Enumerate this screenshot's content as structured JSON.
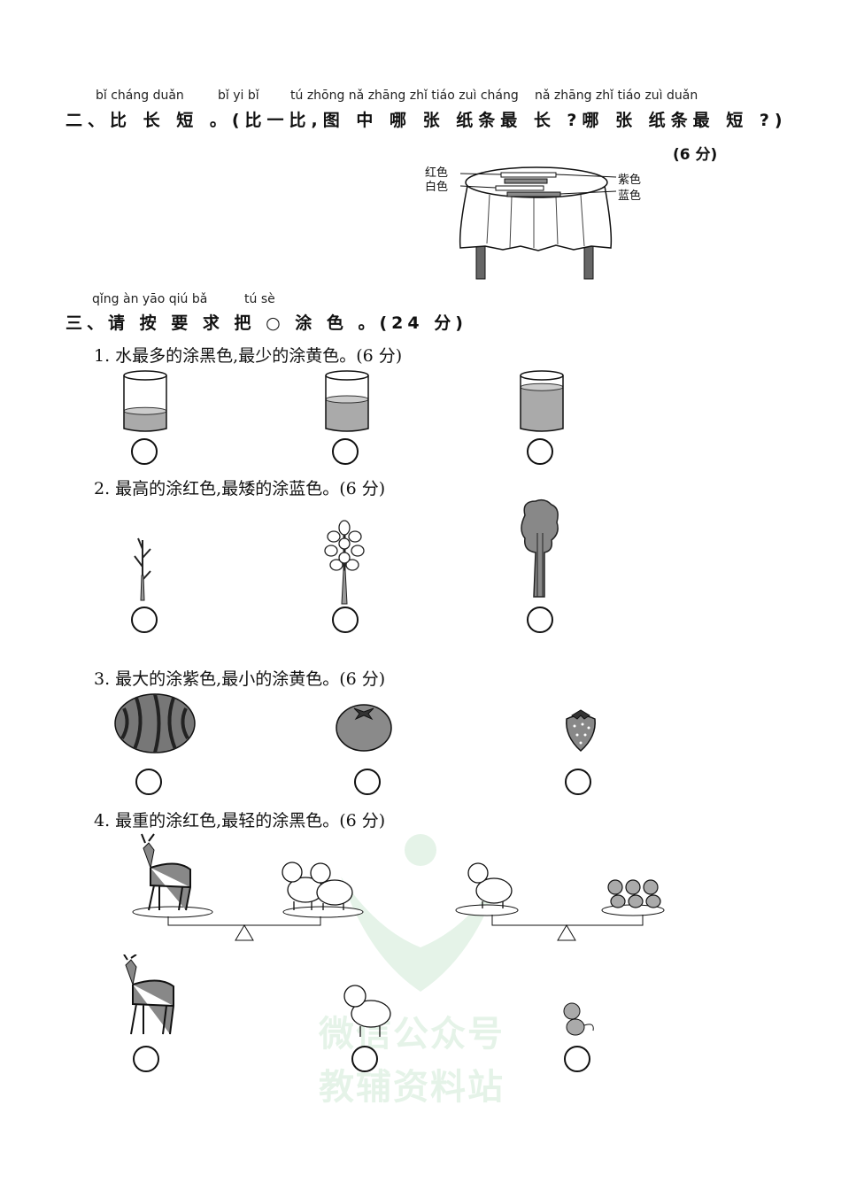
{
  "section2": {
    "pinyin_1": "bǐ cháng duǎn",
    "pinyin_2": "bǐ  yi  bǐ",
    "pinyin_3": "tú zhōng nǎ zhāng zhǐ tiáo zuì cháng",
    "pinyin_4": "nǎ zhāng zhǐ tiáo zuì duǎn",
    "title": "二、比 长 短 。(比一比,图 中 哪 张 纸条最 长 ?哪 张 纸条最 短 ?)",
    "score": "(6 分)",
    "labels": {
      "red": "红色",
      "white": "白色",
      "purple": "紫色",
      "blue": "蓝色"
    }
  },
  "section3": {
    "pinyin_1": "qǐng àn yāo qiú bǎ",
    "pinyin_2": "tú  sè",
    "title": "三、请 按 要 求 把 ○ 涂 色 。(24 分)",
    "questions": [
      {
        "text": "1. 水最多的涂黑色,最少的涂黄色。(6 分)",
        "water_levels": [
          0.33,
          0.55,
          0.78
        ]
      },
      {
        "text": "2. 最高的涂红色,最矮的涂蓝色。(6 分)"
      },
      {
        "text": "3. 最大的涂紫色,最小的涂黄色。(6 分)"
      },
      {
        "text": "4. 最重的涂红色,最轻的涂黑色。(6 分)"
      }
    ]
  },
  "watermark": {
    "line1": "微信公众号",
    "line2": "教辅资料站"
  }
}
